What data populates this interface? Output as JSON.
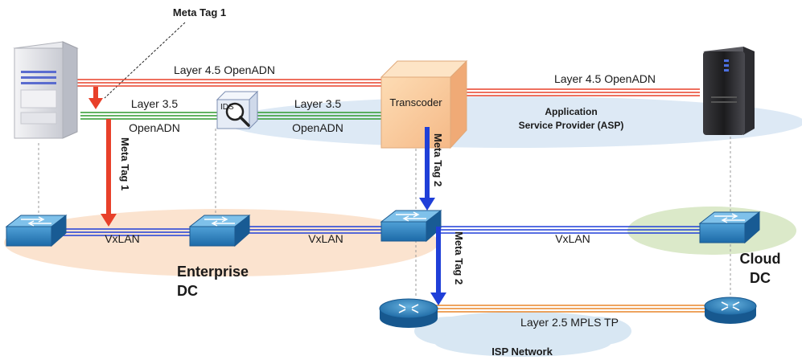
{
  "labels": {
    "meta_tag_1_top": "Meta Tag 1",
    "meta_tag_1_vertical": "Meta Tag 1",
    "meta_tag_2_upper": "Meta Tag 2",
    "meta_tag_2_lower": "Meta Tag 2",
    "layer45_left": "Layer 4.5 OpenADN",
    "layer45_right": "Layer 4.5 OpenADN",
    "layer35_left_line1": "Layer 3.5",
    "layer35_left_line2": "OpenADN",
    "layer35_right_line1": "Layer 3.5",
    "layer35_right_line2": "OpenADN",
    "ids": "IDS",
    "transcoder": "Transcoder",
    "asp_line1": "Application",
    "asp_line2": "Service Provider (ASP)",
    "vxlan_1": "VxLAN",
    "vxlan_2": "VxLAN",
    "vxlan_3": "VxLAN",
    "enterprise_line1": "Enterprise",
    "enterprise_line2": "DC",
    "cloud_line1": "Cloud",
    "cloud_line2": "DC",
    "mpls": "Layer 2.5 MPLS TP",
    "isp": "ISP Network"
  },
  "colors": {
    "openadn_45": "#e8402a",
    "openadn_35": "#2e9a2e",
    "vxlan": "#1f3fd8",
    "mpls": "#e8862a",
    "meta_tag_1": "#e8402a",
    "meta_tag_2": "#1f3fd8",
    "enterprise_zone": "#fbe3cf",
    "cloud_zone": "#dbe9c9",
    "asp_zone": "#dde9f5",
    "isp_zone": "#d8e7f3",
    "transcoder": "#fbcf9e"
  },
  "icons": [
    "server-left",
    "server-right",
    "ids-box",
    "magnifier",
    "transcoder-box",
    "switch",
    "router"
  ]
}
